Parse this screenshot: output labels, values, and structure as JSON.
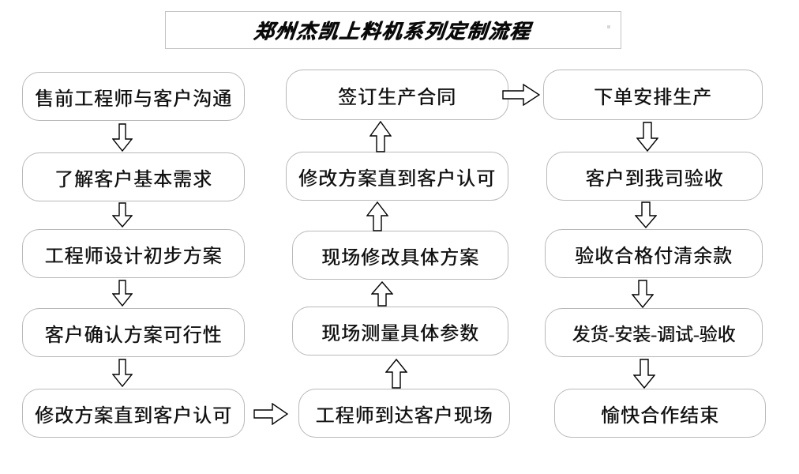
{
  "title": {
    "text": "郑州杰凯上料机系列定制流程"
  },
  "colors": {
    "box_border": "#b9b9b9",
    "title_border": "#c3c3c3",
    "text": "#111111",
    "arrow_stroke": "#000000",
    "arrow_fill": "#ffffff",
    "background": "#ffffff"
  },
  "columns": [
    {
      "name": "left-column",
      "direction": "top-to-bottom",
      "nodes": [
        {
          "id": "l1",
          "label": "售前工程师与客户沟通"
        },
        {
          "id": "l2",
          "label": "了解客户基本需求"
        },
        {
          "id": "l3",
          "label": "工程师设计初步方案"
        },
        {
          "id": "l4",
          "label": "客户确认方案可行性"
        },
        {
          "id": "l5",
          "label": "修改方案直到客户认可"
        }
      ]
    },
    {
      "name": "middle-column",
      "direction": "bottom-to-top",
      "nodes": [
        {
          "id": "m1",
          "label": "签订生产合同"
        },
        {
          "id": "m2",
          "label": "修改方案直到客户认可"
        },
        {
          "id": "m3",
          "label": "现场修改具体方案"
        },
        {
          "id": "m4",
          "label": "现场测量具体参数"
        },
        {
          "id": "m5",
          "label": "工程师到达客户现场"
        }
      ]
    },
    {
      "name": "right-column",
      "direction": "top-to-bottom",
      "nodes": [
        {
          "id": "r1",
          "label": "下单安排生产"
        },
        {
          "id": "r2",
          "label": "客户到我司验收"
        },
        {
          "id": "r3",
          "label": "验收合格付清余款"
        },
        {
          "id": "r4",
          "label": "发货-安装-调试-验收"
        },
        {
          "id": "r5",
          "label": "愉快合作结束"
        }
      ]
    }
  ],
  "connectors": [
    {
      "id": "c-l1-l2",
      "from": "l1",
      "to": "l2",
      "direction": "down"
    },
    {
      "id": "c-l2-l3",
      "from": "l2",
      "to": "l3",
      "direction": "down"
    },
    {
      "id": "c-l3-l4",
      "from": "l3",
      "to": "l4",
      "direction": "down"
    },
    {
      "id": "c-l4-l5",
      "from": "l4",
      "to": "l5",
      "direction": "down"
    },
    {
      "id": "c-l5-m5",
      "from": "l5",
      "to": "m5",
      "direction": "right"
    },
    {
      "id": "c-m5-m4",
      "from": "m5",
      "to": "m4",
      "direction": "up"
    },
    {
      "id": "c-m4-m3",
      "from": "m4",
      "to": "m3",
      "direction": "up"
    },
    {
      "id": "c-m3-m2",
      "from": "m3",
      "to": "m2",
      "direction": "up"
    },
    {
      "id": "c-m2-m1",
      "from": "m2",
      "to": "m1",
      "direction": "up"
    },
    {
      "id": "c-m1-r1",
      "from": "m1",
      "to": "r1",
      "direction": "right"
    },
    {
      "id": "c-r1-r2",
      "from": "r1",
      "to": "r2",
      "direction": "down"
    },
    {
      "id": "c-r2-r3",
      "from": "r2",
      "to": "r3",
      "direction": "down"
    },
    {
      "id": "c-r3-r4",
      "from": "r3",
      "to": "r4",
      "direction": "down"
    },
    {
      "id": "c-r4-r5",
      "from": "r4",
      "to": "r5",
      "direction": "down"
    }
  ]
}
